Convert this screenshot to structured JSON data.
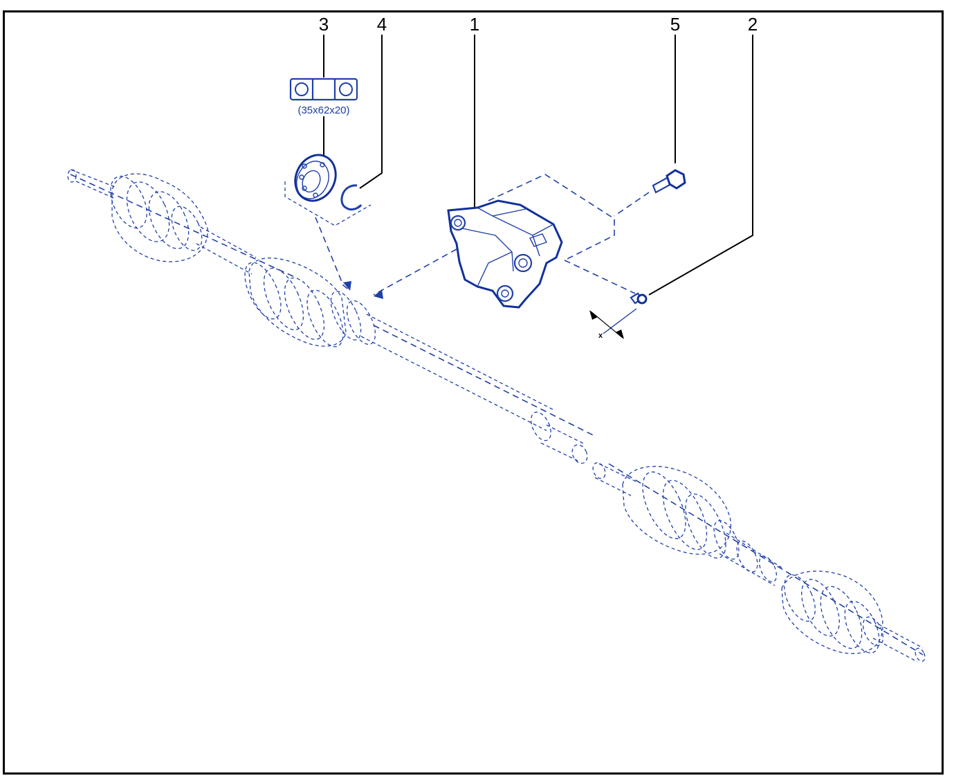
{
  "callouts": [
    {
      "id": "1",
      "label": "1"
    },
    {
      "id": "2",
      "label": "2"
    },
    {
      "id": "3",
      "label": "3"
    },
    {
      "id": "4",
      "label": "4"
    },
    {
      "id": "5",
      "label": "5"
    }
  ],
  "bearing_spec": "(35x62x20)",
  "axis_marker": "x",
  "colors": {
    "line_blue": "#1f3fa8",
    "leader_black": "#000000"
  }
}
